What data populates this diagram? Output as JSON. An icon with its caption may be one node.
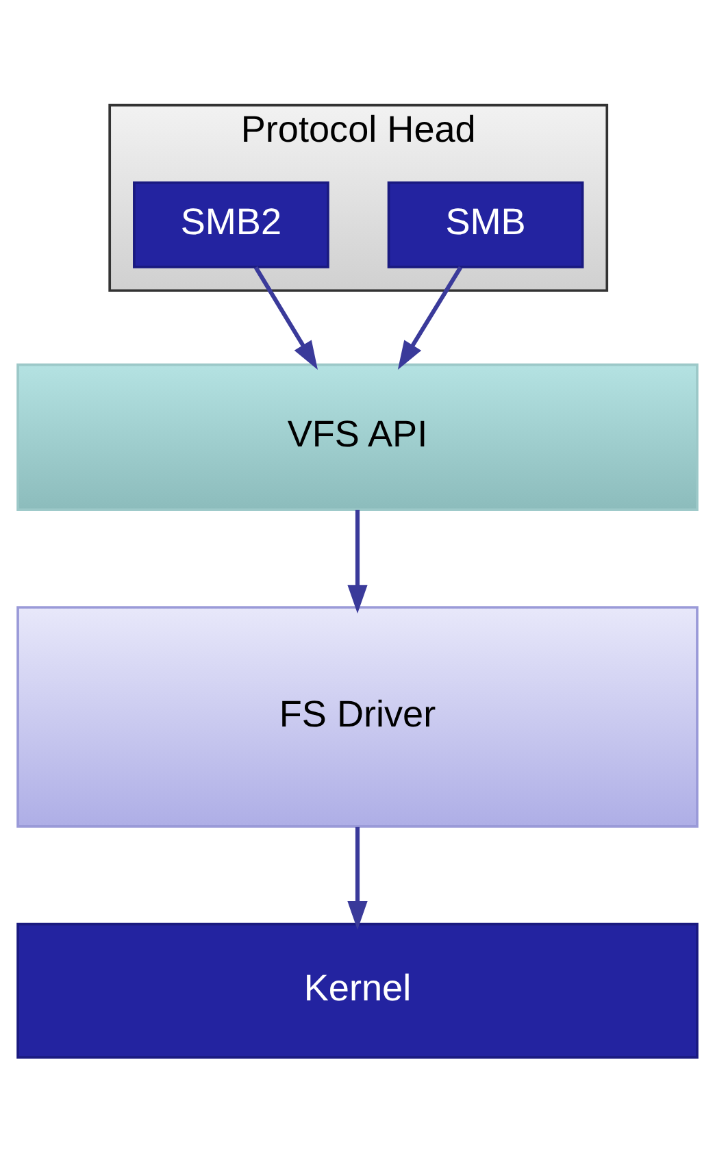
{
  "diagram": {
    "nodes": [
      {
        "text": [
          "Protocol Head"
        ]
      },
      {
        "text": [
          "SMB"
        ],
        "in": 0
      },
      {
        "text": [
          "SMB2"
        ],
        "in": 0
      },
      {
        "text": [
          "VFS API"
        ]
      },
      {
        "text": [
          "FS Driver"
        ]
      },
      {
        "text": [
          "Kernel"
        ]
      }
    ],
    "edges": [
      {
        "from": 1,
        "to": 3,
        "arrow": "to"
      },
      {
        "from": 2,
        "to": 3,
        "arrow": "to"
      },
      {
        "from": 3,
        "to": 4,
        "arrow": "to"
      },
      {
        "from": 4,
        "to": 5,
        "arrow": "to"
      }
    ]
  }
}
